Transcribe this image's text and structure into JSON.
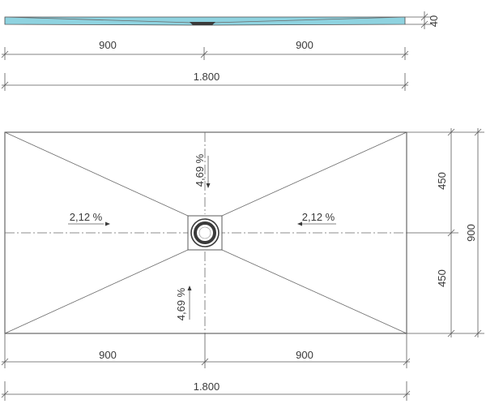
{
  "side_view": {
    "tray_color": "#8fd3e0",
    "drain_color": "#3a3a3a",
    "height_label": "40",
    "width_left": "900",
    "width_right": "900",
    "total_width": "1.800"
  },
  "plan_view": {
    "slope_top": "4,69 %",
    "slope_bottom": "4,69 %",
    "slope_left": "2,12 %",
    "slope_right": "2,12 %",
    "height_top": "450",
    "height_bottom": "450",
    "total_height": "900",
    "width_left": "900",
    "width_right": "900",
    "total_width": "1.800"
  }
}
